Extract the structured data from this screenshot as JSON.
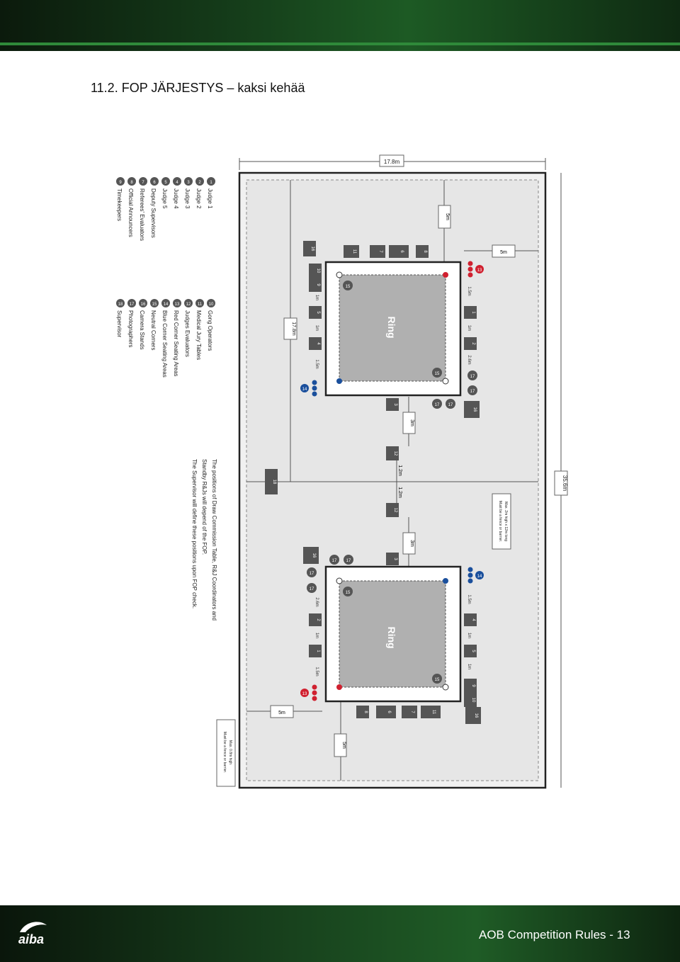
{
  "header": {
    "title": "11.2. FOP JÄRJESTYS – kaksi kehää"
  },
  "footer": {
    "page_label": "AOB Competition Rules - 13",
    "logo_text": "aiba"
  },
  "colors": {
    "banner_green": "#1d5a24",
    "red_corner": "#d0202f",
    "blue_corner": "#1a4f9c",
    "table_gray": "#555555",
    "ring_gray": "#b0b0b0"
  },
  "dimensions": {
    "width": "17.8m",
    "length": "35.6m",
    "half": "17.8m",
    "five_a": "5m",
    "five_b": "5m",
    "five_c": "5m",
    "five_d": "5m",
    "three_a": "3m",
    "three_b": "3m",
    "one2_a": "1.2m",
    "one2_b": "1.2m"
  },
  "spacings": {
    "one_five": "1.5m",
    "one": "1m",
    "two_six": "2.6m"
  },
  "notes": {
    "fence_top": [
      "Must be a fence or barrier.",
      "Max. 2m high x 12m long"
    ],
    "fence_bottom": [
      "Must be a fence or barrier.",
      "Max. 0.8m high"
    ],
    "positions": [
      "The positions of Draw Commission Table, R&J Coordinators and",
      "Standby R&Js will depend of the FOP.",
      "The Supervisor will define these positions upon FOP check."
    ]
  },
  "ring_label": "Ring",
  "legend_left": [
    {
      "num": "1",
      "label": "Judge 1"
    },
    {
      "num": "2",
      "label": "Judge 2"
    },
    {
      "num": "3",
      "label": "Judge 3"
    },
    {
      "num": "4",
      "label": "Judge 4"
    },
    {
      "num": "5",
      "label": "Judge 5"
    },
    {
      "num": "6",
      "label": "Deputy Supervisors"
    },
    {
      "num": "7",
      "label": "Referees' Evaluators"
    },
    {
      "num": "8",
      "label": "Official Announcers"
    },
    {
      "num": "9",
      "label": "Timekeepers"
    }
  ],
  "legend_right": [
    {
      "num": "10",
      "label": "Gong Operators"
    },
    {
      "num": "11",
      "label": "Medical Jury Tables"
    },
    {
      "num": "12",
      "label": "Judges Evaluators"
    },
    {
      "num": "13",
      "label": "Red Corner Seating Areas"
    },
    {
      "num": "14",
      "label": "Blue Corner Seating Areas"
    },
    {
      "num": "15",
      "label": "Neutral Corners"
    },
    {
      "num": "16",
      "label": "Camera Stands"
    },
    {
      "num": "17",
      "label": "Photographers"
    },
    {
      "num": "18",
      "label": "Supervisor"
    }
  ],
  "marks": {
    "t1": "1",
    "t2": "2",
    "t3": "3",
    "t4": "4",
    "t5": "5",
    "t6": "6",
    "t7": "7",
    "t8": "8",
    "t9": "9",
    "t10": "10",
    "t11": "11",
    "t12": "12",
    "t13": "13",
    "t14": "14",
    "t15": "15",
    "t16": "16",
    "t17": "17",
    "t18": "18"
  }
}
